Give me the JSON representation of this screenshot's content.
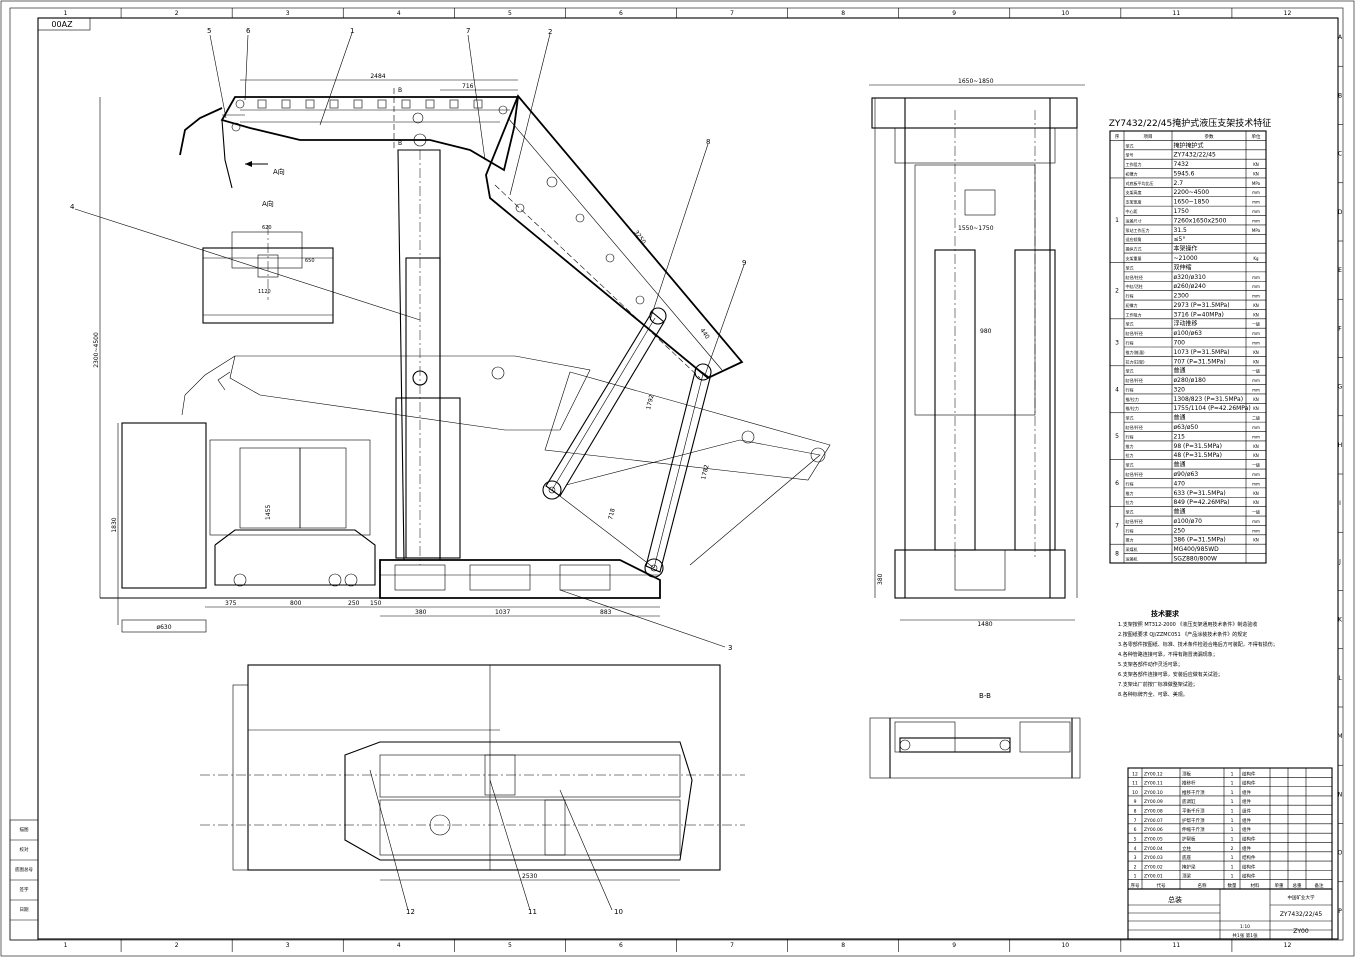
{
  "sheet": {
    "corner_code": "00AZ",
    "col_labels": [
      "1",
      "2",
      "3",
      "4",
      "5",
      "6",
      "7",
      "8",
      "9",
      "10",
      "11",
      "12"
    ],
    "row_labels": [
      "A",
      "B",
      "C",
      "D",
      "E",
      "F",
      "G",
      "H",
      "I",
      "J",
      "K",
      "L",
      "M",
      "N",
      "O",
      "P"
    ]
  },
  "callouts": [
    "1",
    "2",
    "3",
    "4",
    "5",
    "6",
    "7",
    "8",
    "9",
    "10",
    "11",
    "12"
  ],
  "side_view": {
    "dims": [
      "2484",
      "716",
      "2300~4500",
      "3250",
      "440",
      "1792",
      "1782",
      "718",
      "375",
      "800",
      "250",
      "150",
      "380",
      "1037",
      "883",
      "1830",
      "1455"
    ],
    "labels": [
      "A向",
      "B",
      "B",
      "A向"
    ],
    "a_view": {
      "title": "A向",
      "dims": [
        "620",
        "1120",
        "650"
      ]
    },
    "base_width": "ø630"
  },
  "front_view": {
    "dims": [
      "1650~1850",
      "1550~1750",
      "980",
      "1480",
      "380"
    ],
    "section_label": "B-B"
  },
  "plan_view": {
    "dim": "2530"
  },
  "spec_table": {
    "title": "ZY7432/22/45掩护式液压支架技术特征",
    "headers": [
      "序",
      "项目",
      "参数",
      "单位"
    ],
    "rows": [
      [
        "",
        "型式",
        "掩护掩护式",
        ""
      ],
      [
        "",
        "型号",
        "ZY7432/22/45",
        ""
      ],
      [
        "",
        "工作阻力",
        "7432",
        "KN"
      ],
      [
        "",
        "初撑力",
        "5945.6",
        "KN"
      ],
      [
        "1",
        "对底板平均比压",
        "2.7",
        "MPa"
      ],
      [
        "1",
        "支架高度",
        "2200~4500",
        "mm"
      ],
      [
        "1",
        "支架宽度",
        "1650~1850",
        "mm"
      ],
      [
        "1",
        "中心距",
        "1750",
        "mm"
      ],
      [
        "1",
        "运输尺寸",
        "7260x1650x2500",
        "mm"
      ],
      [
        "1",
        "泵站工作压力",
        "31.5",
        "MPa"
      ],
      [
        "1",
        "适应倾角",
        "≤5°",
        ""
      ],
      [
        "1",
        "操纵方式",
        "本架操作",
        ""
      ],
      [
        "1",
        "支架重量",
        "~21000",
        "Kg"
      ],
      [
        "2",
        "型式",
        "双伸缩",
        ""
      ],
      [
        "2",
        "缸径/柱径",
        "ø320/ø310",
        "mm"
      ],
      [
        "2",
        "中缸/活柱",
        "ø260/ø240",
        "mm"
      ],
      [
        "2",
        "行程",
        "2300",
        "mm"
      ],
      [
        "2",
        "初撑力",
        "2973 (P=31.5MPa)",
        "KN"
      ],
      [
        "2",
        "工作阻力",
        "3716 (P=40MPa)",
        "KN"
      ],
      [
        "3",
        "型式",
        "浮动推移",
        "一级"
      ],
      [
        "3",
        "缸径/杆径",
        "ø100/ø63",
        "mm"
      ],
      [
        "3",
        "行程",
        "700",
        "mm"
      ],
      [
        "3",
        "推力(推溜)",
        "1073 (P=31.5MPa)",
        "KN"
      ],
      [
        "3",
        "拉力(拉架)",
        "707 (P=31.5MPa)",
        "KN"
      ],
      [
        "4",
        "型式",
        "普通",
        "一级"
      ],
      [
        "4",
        "缸径/杆径",
        "ø280/ø180",
        "mm"
      ],
      [
        "4",
        "行程",
        "320",
        "mm"
      ],
      [
        "4",
        "推/拉力",
        "1308/823 (P=31.5MPa)",
        "KN"
      ],
      [
        "4",
        "推/拉力",
        "1755/1104 (P=42.26MPa)",
        "KN"
      ],
      [
        "5",
        "型式",
        "普通",
        "二级"
      ],
      [
        "5",
        "缸径/杆径",
        "ø63/ø50",
        "mm"
      ],
      [
        "5",
        "行程",
        "215",
        "mm"
      ],
      [
        "5",
        "推力",
        "98 (P=31.5MPa)",
        "KN"
      ],
      [
        "5",
        "拉力",
        "48 (P=31.5MPa)",
        "KN"
      ],
      [
        "6",
        "型式",
        "普通",
        "一级"
      ],
      [
        "6",
        "缸径/杆径",
        "ø90/ø63",
        "mm"
      ],
      [
        "6",
        "行程",
        "470",
        "mm"
      ],
      [
        "6",
        "推力",
        "633 (P=31.5MPa)",
        "KN"
      ],
      [
        "6",
        "拉力",
        "849 (P=42.26MPa)",
        "KN"
      ],
      [
        "7",
        "型式",
        "普通",
        "一级"
      ],
      [
        "7",
        "缸径/杆径",
        "ø100/ø70",
        "mm"
      ],
      [
        "7",
        "行程",
        "250",
        "mm"
      ],
      [
        "7",
        "推力",
        "386 (P=31.5MPa)",
        "KN"
      ],
      [
        "8",
        "采煤机",
        "MG400/985WD",
        ""
      ],
      [
        "8",
        "运输机",
        "SGZ880/800W",
        ""
      ]
    ]
  },
  "tech_req": {
    "title": "技术要求",
    "items": [
      "1.支架按照 MT312-2000 《液压支架通用技术条件》制造验收",
      "2.按图纸要求 QJ/ZZMC051 《产品涂装技术条件》的规定",
      "3.各零部件按图纸、标准、技术条件检验合格后方可装配，不得有损伤；",
      "4.各种管路连接可靠，不得有跑冒滴漏现象；",
      "5.支架各部件动作灵活可靠；",
      "6.支架各部件连接可靠，安装后应做有关试验；",
      "7.支架出厂前按厂标准做整架试验；",
      "8.各种标牌齐全、可靠、美观。"
    ]
  },
  "bom": {
    "rows": [
      [
        "12",
        "ZY00.12",
        "顶板",
        "1",
        "结构件"
      ],
      [
        "11",
        "ZY00.11",
        "推移杆",
        "1",
        "结构件"
      ],
      [
        "10",
        "ZY00.10",
        "推移千斤顶",
        "1",
        "组件"
      ],
      [
        "9",
        "ZY00.09",
        "底调缸",
        "1",
        "组件"
      ],
      [
        "8",
        "ZY00.08",
        "平衡千斤顶",
        "1",
        "组件"
      ],
      [
        "7",
        "ZY00.07",
        "护帮千斤顶",
        "1",
        "组件"
      ],
      [
        "6",
        "ZY00.06",
        "伸缩千斤顶",
        "1",
        "组件"
      ],
      [
        "5",
        "ZY00.05",
        "护帮板",
        "1",
        "结构件"
      ],
      [
        "4",
        "ZY00.04",
        "立柱",
        "2",
        "组件"
      ],
      [
        "3",
        "ZY00.03",
        "底座",
        "1",
        "结构件"
      ],
      [
        "2",
        "ZY00.02",
        "掩护梁",
        "1",
        "结构件"
      ],
      [
        "1",
        "ZY00.01",
        "顶梁",
        "1",
        "结构件"
      ]
    ],
    "header": [
      "序号",
      "代号",
      "名称",
      "数量",
      "材料",
      "单重",
      "总重",
      "备注"
    ]
  },
  "title_block": {
    "name": "总装",
    "company": "中国矿业大学",
    "model": "ZY7432/22/45",
    "drawing_no": "ZY00",
    "scale": "1:10",
    "sheet": "共1张 第1张"
  },
  "left_strip": [
    "描图",
    "校对",
    "底图总号",
    "签字",
    "日期"
  ]
}
